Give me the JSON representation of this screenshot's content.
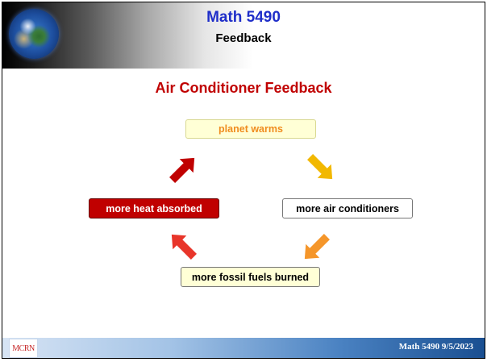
{
  "header": {
    "title": "Math 5490",
    "subtitle": "Feedback",
    "globe_icon": "earth-globe-icon"
  },
  "diagram": {
    "heading": "Air Conditioner Feedback",
    "nodes": {
      "warm": "planet warms",
      "air": "more air conditioners",
      "fossil": "more fossil fuels burned",
      "heat": "more heat absorbed"
    },
    "arrow_colors": {
      "warm_to_air": "#f2b800",
      "air_to_fossil": "#f5962a",
      "fossil_to_heat": "#e8352a",
      "heat_to_warm": "#c00000"
    }
  },
  "footer": {
    "logo_text": "MCRN",
    "text": "Math 5490  9/5/2023"
  },
  "colors": {
    "title_blue": "#1f2ec9",
    "heading_red": "#c00000",
    "warm_text": "#f08c1e"
  }
}
